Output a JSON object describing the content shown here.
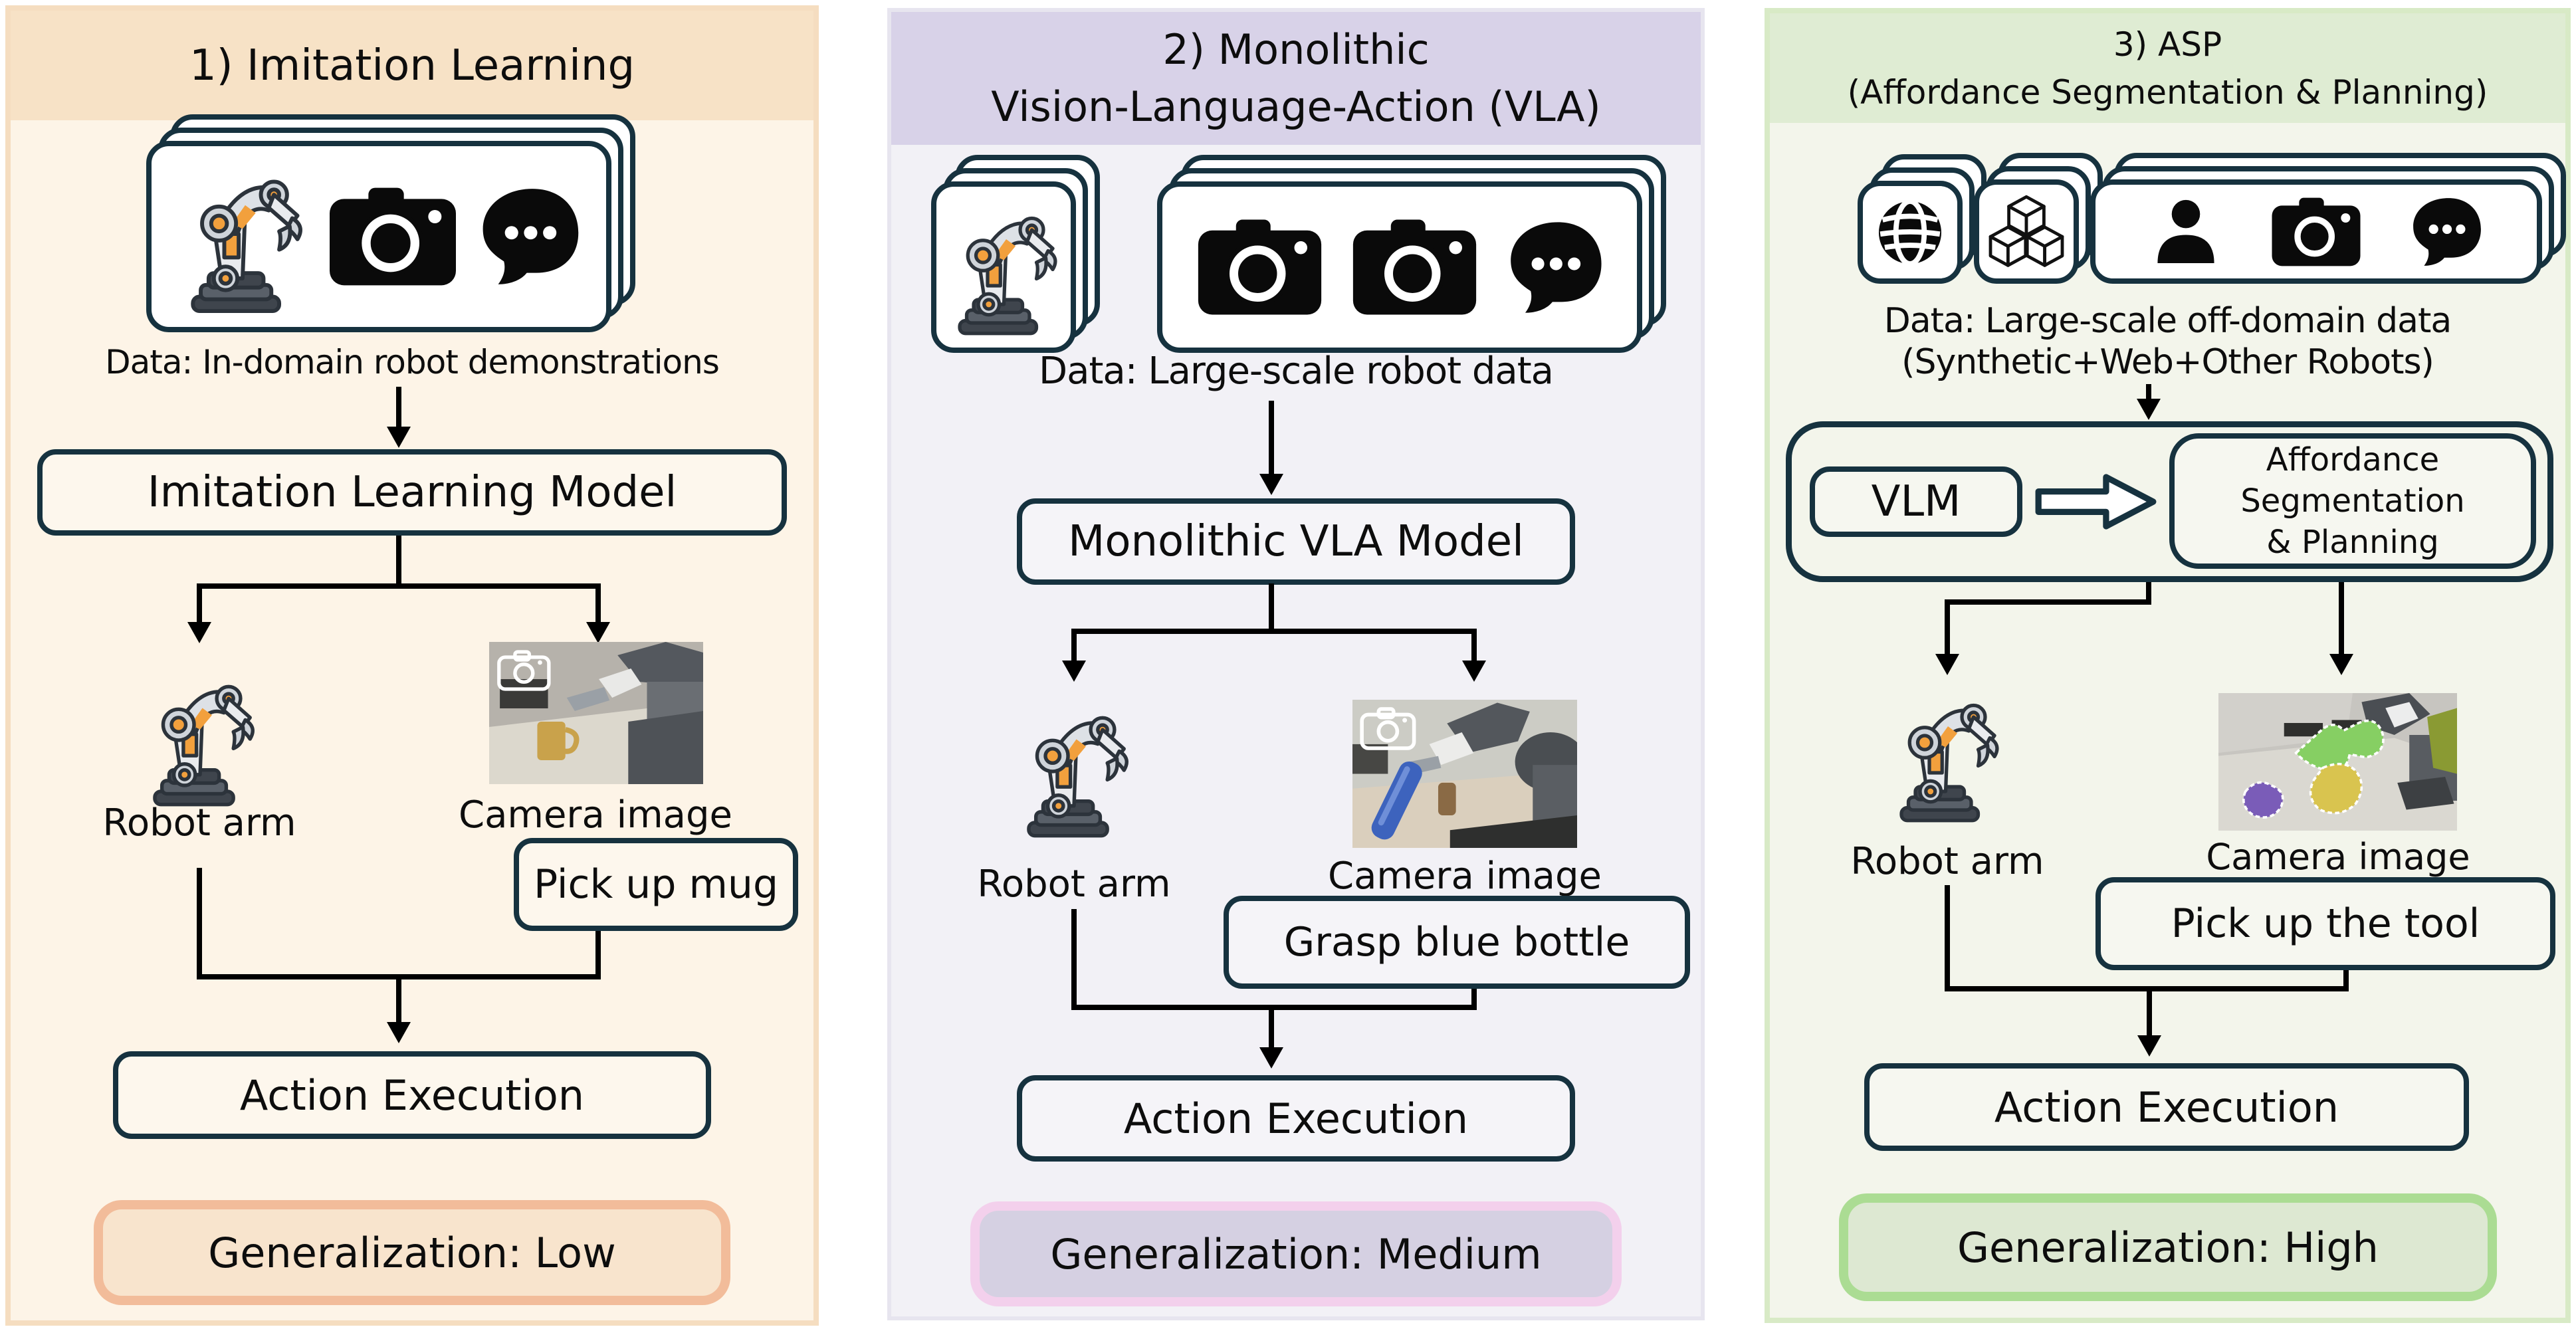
{
  "diagram_title": "",
  "colors": {
    "outline_navy": "#16323f",
    "arrow_black": "#000000",
    "panel1": {
      "header_bg": "#f7e2c6",
      "body_bg": "#fdf4e7",
      "border": "#f5ddc0",
      "badge_border": "#f2bc9a",
      "badge_bg": "#f8e4cd"
    },
    "panel2": {
      "header_bg": "#d8d2e8",
      "body_bg": "#f2f1f6",
      "border": "#e7e5ef",
      "badge_border": "#f3d0ec",
      "badge_bg": "#d5d0e2"
    },
    "panel3": {
      "header_bg": "#dfecd3",
      "body_bg": "#f3f5eb",
      "border": "#d8eac6",
      "badge_border": "#abdc93",
      "badge_bg": "#dde8d2"
    },
    "segmentation_masks": {
      "green": "#86cf63",
      "yellow": "#d9c44f",
      "purple": "#7a5cb8"
    }
  },
  "panels": [
    {
      "title_lines": [
        "1) Imitation Learning",
        ""
      ],
      "caption_lines": [
        "Data: In-domain robot demonstrations",
        ""
      ],
      "data_card_icons": [
        "robot-arm",
        "camera",
        "speech-bubble"
      ],
      "model_label": "Imitation Learning Model",
      "robot_label": "Robot arm",
      "camera_label": "Camera image",
      "instruction_label": "Pick up mug",
      "action_label": "Action Execution",
      "generalization_label": "Generalization: Low"
    },
    {
      "title_lines": [
        "2) Monolithic",
        "Vision-Language-Action (VLA)"
      ],
      "caption_lines": [
        "Data: Large-scale robot data",
        ""
      ],
      "data_card_icons_left": [
        "robot-arm"
      ],
      "data_card_icons_right": [
        "camera",
        "camera",
        "speech-bubble"
      ],
      "model_label": "Monolithic VLA Model",
      "robot_label": "Robot arm",
      "camera_label": "Camera image",
      "instruction_label": "Grasp blue bottle",
      "action_label": "Action Execution",
      "generalization_label": "Generalization: Medium"
    },
    {
      "title_lines": [
        "3) ASP",
        "(Affordance Segmentation & Planning)"
      ],
      "caption_lines": [
        "Data: Large-scale off-domain data",
        "(Synthetic+Web+Other Robots)"
      ],
      "data_card_icons_left": [
        "globe"
      ],
      "data_card_icons_mid": [
        "cubes"
      ],
      "data_card_icons_right": [
        "person",
        "camera",
        "speech-bubble"
      ],
      "vlm_label": "VLM",
      "asp_lines": [
        "Affordance",
        "Segmentation",
        "& Planning"
      ],
      "robot_label": "Robot arm",
      "camera_label": "Camera image",
      "instruction_label": "Pick up the tool",
      "action_label": "Action Execution",
      "generalization_label": "Generalization: High"
    }
  ]
}
